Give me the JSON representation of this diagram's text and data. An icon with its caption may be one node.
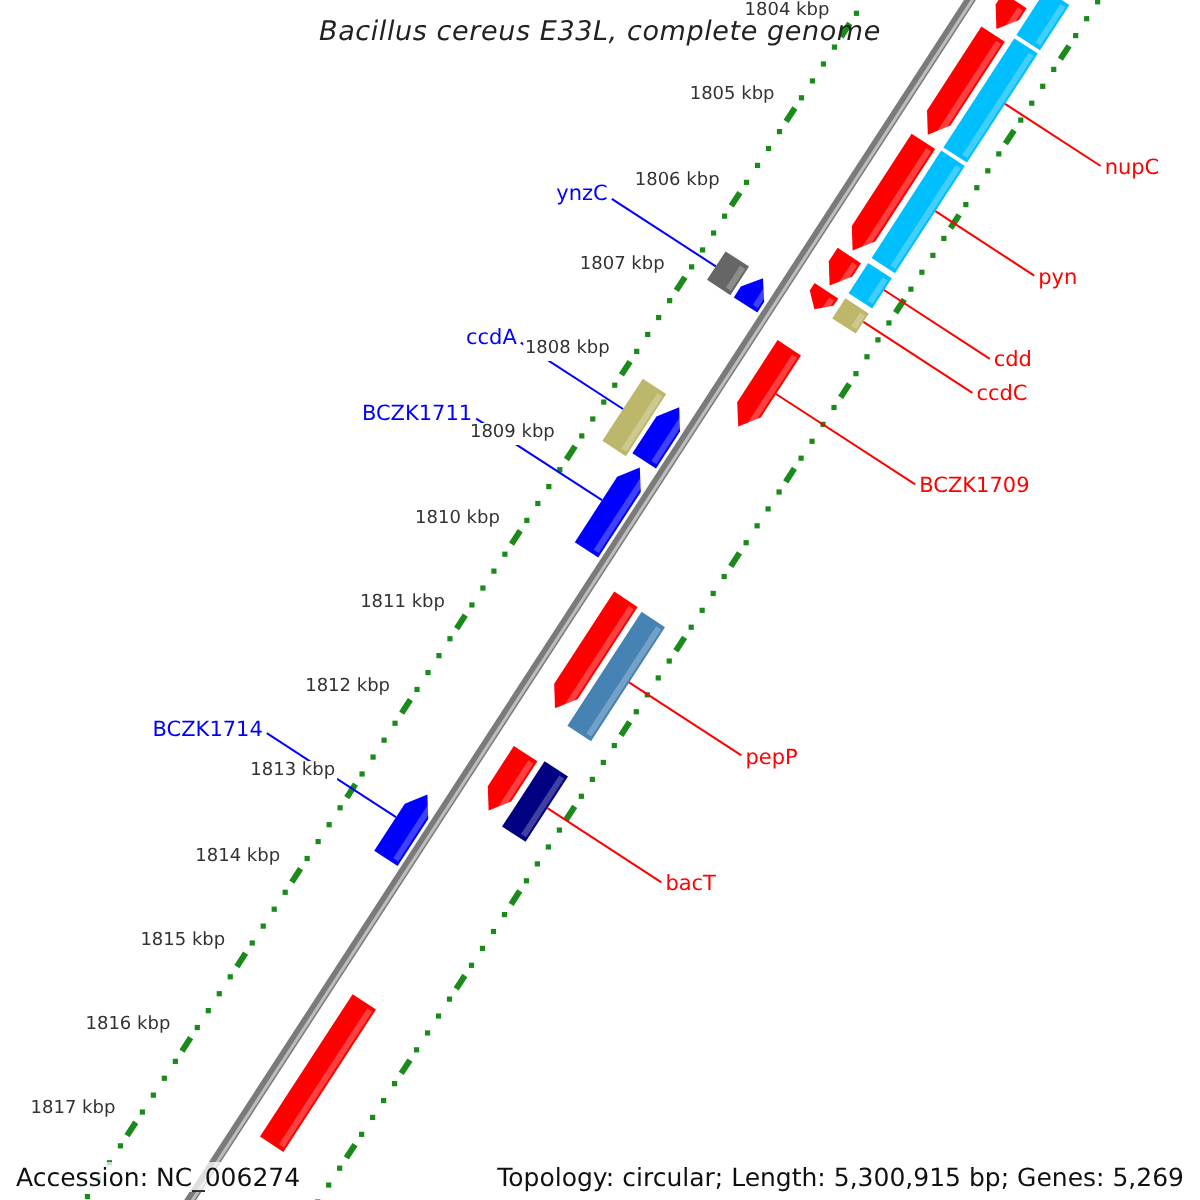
{
  "diagram": {
    "title": "Bacillus cereus E33L, complete genome",
    "nodes": [
      {
        "text": [
          "ynzC"
        ]
      },
      {
        "text": [],
        "shape": "bar"
      },
      {
        "text": [
          "ccdA"
        ]
      },
      {
        "text": [],
        "shape": "bar"
      },
      {
        "text": [
          "BCZK1711"
        ]
      },
      {
        "text": [],
        "shape": "arrow"
      },
      {
        "text": [
          "BCZK1714"
        ]
      },
      {
        "text": [],
        "shape": "arrow"
      },
      {
        "text": [
          "nupC"
        ]
      },
      {
        "text": [],
        "shape": "bar"
      },
      {
        "text": [
          "pyn"
        ]
      },
      {
        "text": [],
        "shape": "bar"
      },
      {
        "text": [
          "cdd"
        ]
      },
      {
        "text": [],
        "shape": "bar"
      },
      {
        "text": [
          "ccdC"
        ]
      },
      {
        "text": [],
        "shape": "bar"
      },
      {
        "text": [
          "BCZK1709"
        ]
      },
      {
        "text": [],
        "shape": "arrow"
      },
      {
        "text": [
          "pepP"
        ]
      },
      {
        "text": [],
        "shape": "bar"
      },
      {
        "text": [
          "bacT"
        ]
      },
      {
        "text": [],
        "shape": "bar"
      },
      {
        "text": [],
        "shape": "arrow"
      },
      {
        "text": [],
        "shape": "arrow"
      },
      {
        "text": [],
        "shape": "arrow"
      },
      {
        "text": [],
        "shape": "arrow"
      },
      {
        "text": [],
        "shape": "arrow"
      },
      {
        "text": [],
        "shape": "arrow"
      },
      {
        "text": [],
        "shape": "arrow"
      },
      {
        "text": [],
        "shape": "bar"
      },
      {
        "text": [],
        "shape": "bar"
      },
      {
        "text": [],
        "shape": "arrow"
      },
      {
        "text": [],
        "shape": "arrow"
      }
    ],
    "edges": [
      {
        "from": 0,
        "to": 1,
        "arrow": "none",
        "color": "#0000ff"
      },
      {
        "from": 2,
        "to": 3,
        "arrow": "none",
        "color": "#0000ff"
      },
      {
        "from": 4,
        "to": 5,
        "arrow": "none",
        "color": "#0000ff"
      },
      {
        "from": 6,
        "to": 7,
        "arrow": "none",
        "color": "#0000ff"
      },
      {
        "from": 8,
        "to": 9,
        "arrow": "none",
        "color": "#ff0000"
      },
      {
        "from": 10,
        "to": 11,
        "arrow": "none",
        "color": "#ff0000"
      },
      {
        "from": 12,
        "to": 13,
        "arrow": "none",
        "color": "#ff0000"
      },
      {
        "from": 14,
        "to": 15,
        "arrow": "none",
        "color": "#ff0000"
      },
      {
        "from": 16,
        "to": 17,
        "arrow": "none",
        "color": "#ff0000"
      },
      {
        "from": 18,
        "to": 19,
        "arrow": "none",
        "color": "#ff0000"
      },
      {
        "from": 20,
        "to": 21,
        "arrow": "none",
        "color": "#ff0000"
      }
    ],
    "labels": [
      "1804 kbp",
      "1805 kbp",
      "1806 kbp",
      "1807 kbp",
      "1808 kbp",
      "1809 kbp",
      "1810 kbp",
      "1811 kbp",
      "1812 kbp",
      "1813 kbp",
      "1814 kbp",
      "1815 kbp",
      "1816 kbp",
      "1817 kbp",
      "Accession: NC_006274",
      "Topology: circular; Length: 5,300,915 bp; Genes: 5,269"
    ]
  }
}
